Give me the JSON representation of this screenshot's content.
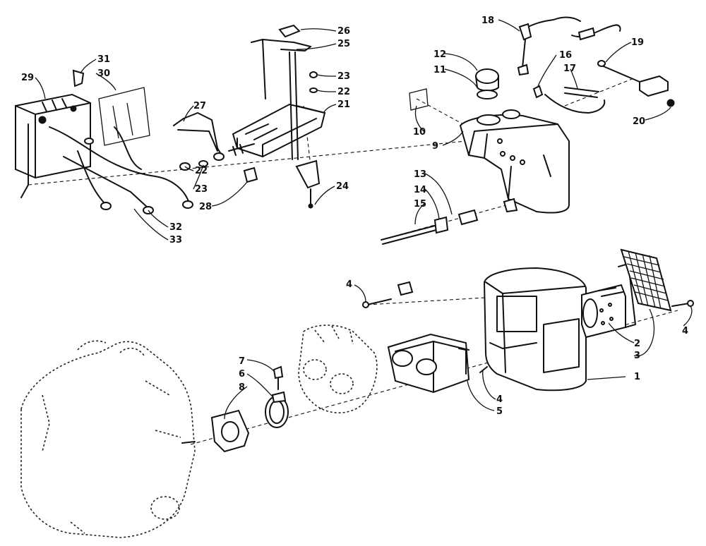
{
  "diagram": {
    "type": "exploded-parts",
    "callouts": [
      {
        "label": "1"
      },
      {
        "label": "2"
      },
      {
        "label": "3"
      },
      {
        "label": "4"
      },
      {
        "label": "4"
      },
      {
        "label": "4"
      },
      {
        "label": "5"
      },
      {
        "label": "6"
      },
      {
        "label": "7"
      },
      {
        "label": "8"
      },
      {
        "label": "9"
      },
      {
        "label": "10"
      },
      {
        "label": "11"
      },
      {
        "label": "12"
      },
      {
        "label": "13"
      },
      {
        "label": "14"
      },
      {
        "label": "15"
      },
      {
        "label": "16"
      },
      {
        "label": "17"
      },
      {
        "label": "18"
      },
      {
        "label": "19"
      },
      {
        "label": "20"
      },
      {
        "label": "21"
      },
      {
        "label": "22"
      },
      {
        "label": "22"
      },
      {
        "label": "23"
      },
      {
        "label": "23"
      },
      {
        "label": "24"
      },
      {
        "label": "25"
      },
      {
        "label": "26"
      },
      {
        "label": "27"
      },
      {
        "label": "28"
      },
      {
        "label": "29"
      },
      {
        "label": "30"
      },
      {
        "label": "31"
      },
      {
        "label": "32"
      },
      {
        "label": "33"
      }
    ]
  }
}
